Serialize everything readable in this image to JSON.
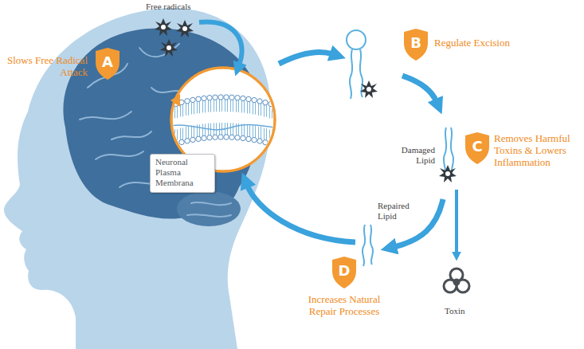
{
  "diagram": {
    "nodes": [
      {
        "text": [
          "A",
          "Slows Free Radical Attack"
        ]
      },
      {
        "text": [
          "B",
          "Regulate Excision"
        ]
      },
      {
        "text": [
          "Neuronal Plasma Membrana"
        ]
      },
      {
        "text": [
          "C",
          "Removes Harmful Toxins & Lowers Inflammation"
        ]
      },
      {
        "text": [
          "D",
          "Increases Natural Repair Processes"
        ]
      }
    ],
    "labels": [
      "Free radicals",
      "Damaged Lipid",
      "Repaired Lipid",
      "Toxin"
    ]
  }
}
